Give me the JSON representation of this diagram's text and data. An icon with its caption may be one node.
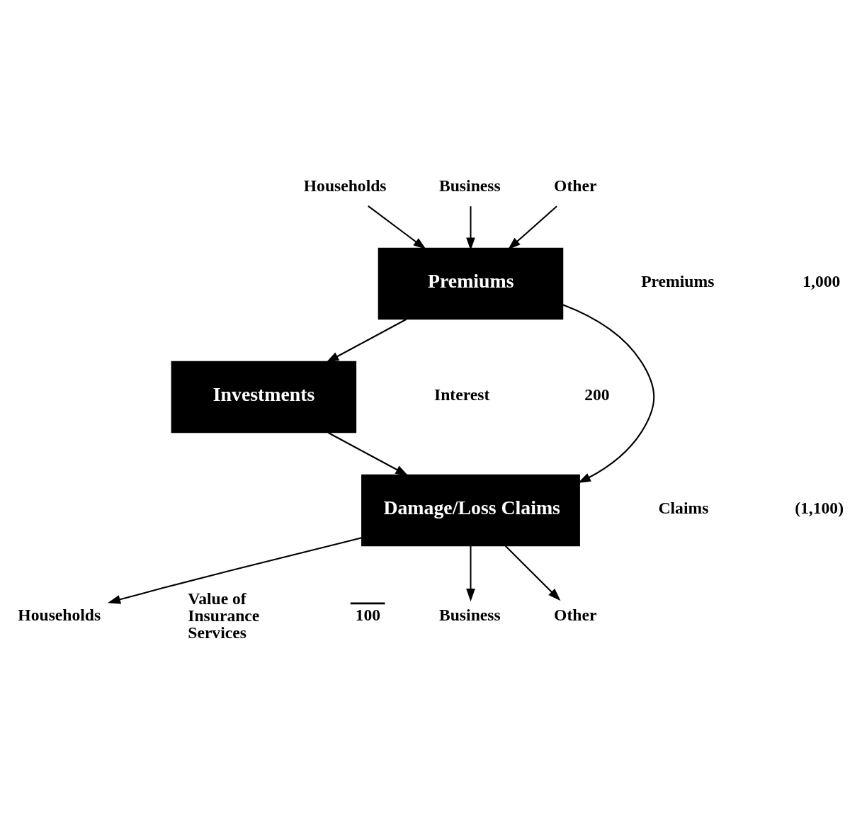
{
  "diagram": {
    "nodes": [
      {
        "text": [
          "Households"
        ]
      },
      {
        "text": [
          "Business"
        ]
      },
      {
        "text": [
          "Other"
        ]
      },
      {
        "text": [
          "Premiums"
        ]
      },
      {
        "text": [
          "Investments"
        ]
      },
      {
        "text": [
          "Damage/Loss Claims"
        ]
      },
      {
        "text": [
          "Households"
        ]
      },
      {
        "text": [
          "Business"
        ]
      },
      {
        "text": [
          "Other"
        ]
      }
    ],
    "edges": [
      {
        "from": 0,
        "to": 3,
        "arrow": "to"
      },
      {
        "from": 1,
        "to": 3,
        "arrow": "to"
      },
      {
        "from": 2,
        "to": 3,
        "arrow": "to"
      },
      {
        "from": 3,
        "to": 4,
        "arrow": "to"
      },
      {
        "from": 3,
        "to": 5,
        "arrow": "to"
      },
      {
        "from": 4,
        "to": 5,
        "arrow": "to"
      },
      {
        "from": 5,
        "to": 6,
        "arrow": "to"
      },
      {
        "from": 5,
        "to": 7,
        "arrow": "to"
      },
      {
        "from": 5,
        "to": 8,
        "arrow": "to"
      }
    ],
    "labels": [
      "Premiums",
      "1,000",
      "Interest",
      "200",
      "Claims",
      "(1,100)",
      "Value of Insurance Services",
      "100"
    ]
  }
}
